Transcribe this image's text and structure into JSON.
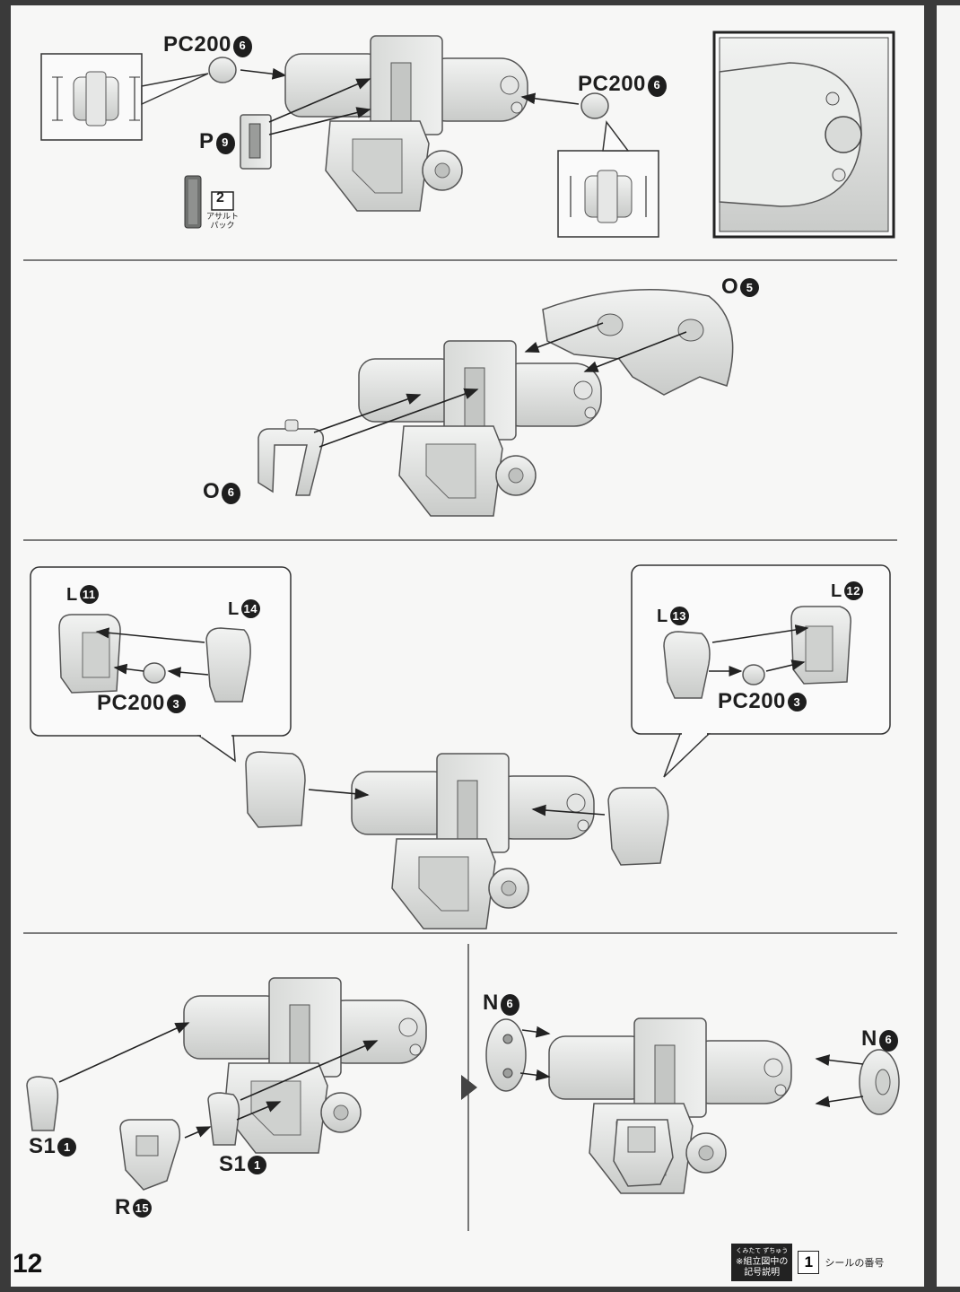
{
  "page_number": "12",
  "step1": {
    "label_left_pc": "PC200",
    "label_left_pc_num": "6",
    "label_p": "P",
    "label_p_num": "9",
    "label_right_pc": "PC200",
    "label_right_pc_num": "6",
    "sticker_number": "2",
    "sticker_caption_line1": "アサルト",
    "sticker_caption_line2": "パック"
  },
  "step2": {
    "label_o5": "O",
    "label_o5_num": "5",
    "label_o6": "O",
    "label_o6_num": "6"
  },
  "step3": {
    "left_box": {
      "top_left": "L",
      "top_left_num": "11",
      "top_right": "L",
      "top_right_num": "14",
      "pc": "PC200",
      "pc_num": "3"
    },
    "right_box": {
      "top_left": "L",
      "top_left_num": "13",
      "top_right": "L",
      "top_right_num": "12",
      "pc": "PC200",
      "pc_num": "3"
    }
  },
  "step4": {
    "label_s1_left": "S1",
    "label_s1_left_num": "1",
    "label_s1_right": "S1",
    "label_s1_right_num": "1",
    "label_r": "R",
    "label_r_num": "15",
    "label_n_left": "N",
    "label_n_left_num": "6",
    "label_n_right": "N",
    "label_n_right_num": "6"
  },
  "legend": {
    "ruby": "くみたて ずちゅう",
    "line1": "※組立図中の",
    "line2": "記号説明",
    "sticker_box": "1",
    "sticker_text": "シールの番号"
  }
}
